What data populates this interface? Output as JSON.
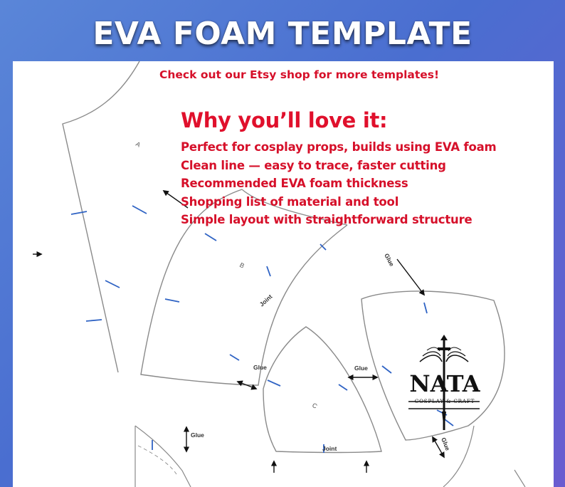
{
  "title": "EVA FOAM TEMPLATE",
  "promo": "Check out our Etsy shop for more templates!",
  "why": {
    "heading": "Why you’ll love it:",
    "features": [
      "Perfect for cosplay props, builds using EVA foam",
      "Clean line — easy to trace, faster cutting",
      "Recommended EVA foam thickness",
      "Shopping list of material and tool",
      "Simple layout with straightforward structure"
    ]
  },
  "template": {
    "pieces": [
      "A",
      "B",
      "C"
    ],
    "labels": {
      "glue": "Glue",
      "joint": "Joint"
    }
  },
  "logo": {
    "brand": "NATA",
    "tagline": "COSPLAY & CRAFT"
  },
  "colors": {
    "accent": "#d6102a",
    "tick": "#2f63c4",
    "outline": "#8a8a8a"
  }
}
